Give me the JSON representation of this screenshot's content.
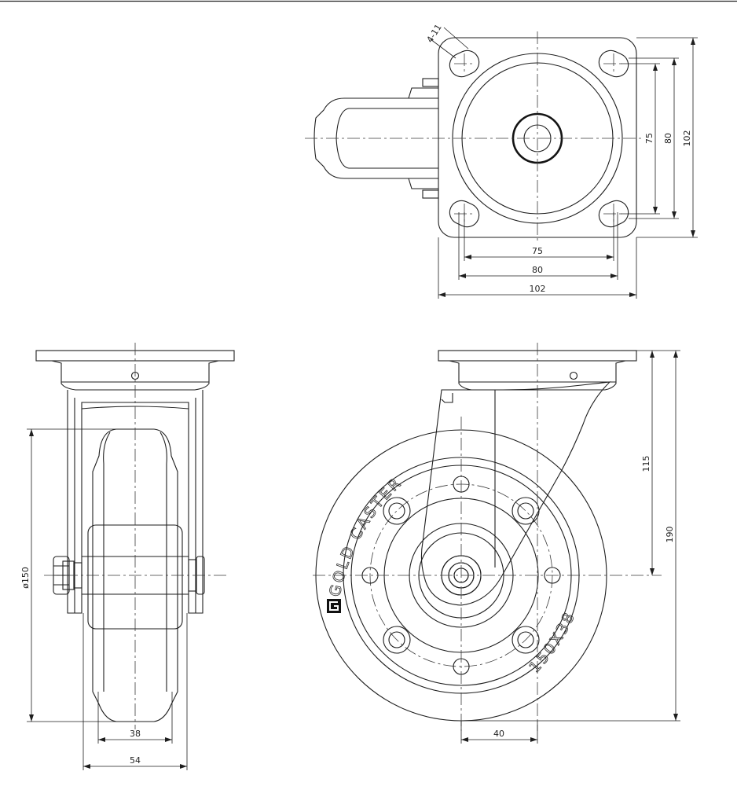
{
  "dimensions": {
    "top_view": {
      "hole_callout": "4-11",
      "bolt_span_horizontal": "75",
      "plate_horizontal_inner": "80",
      "plate_width": "102",
      "bolt_span_vertical": "75",
      "plate_vertical_inner": "80",
      "plate_height": "102"
    },
    "side_view": {
      "wheel_diameter": "ø150",
      "tread_width": "38",
      "overall_width": "54"
    },
    "front_view": {
      "offset": "115",
      "overall_height": "190",
      "swivel_lead": "40"
    }
  },
  "wheel_markings": {
    "brand_text": "GOLD CASTER",
    "size_text": "150X38"
  },
  "colors": {
    "line": "#1e1e1e",
    "background": "#ffffff",
    "logo": "#111111"
  }
}
